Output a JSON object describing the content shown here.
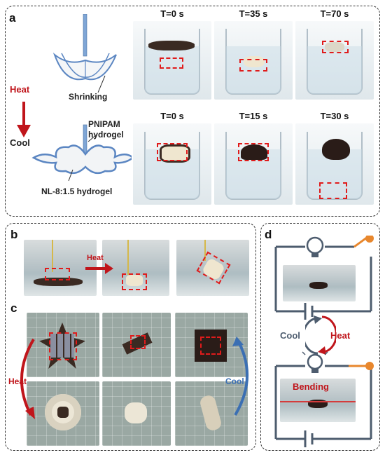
{
  "panel_a": {
    "label": "a",
    "heat": "Heat",
    "cool": "Cool",
    "shrinking": "Shrinking",
    "pnipam": "PNIPAM",
    "hydrogel": "hydrogel",
    "nl": "NL-8:1.5 hydrogel",
    "row1_times": [
      "T=0 s",
      "T=35 s",
      "T=70 s"
    ],
    "row2_times": [
      "T=0 s",
      "T=15 s",
      "T=30 s"
    ]
  },
  "panel_b": {
    "label": "b",
    "heat": "Heat"
  },
  "panel_c": {
    "label": "c",
    "heat": "Heat",
    "cool": "Cool"
  },
  "panel_d": {
    "label": "d",
    "cool": "Cool",
    "heat": "Heat",
    "bending": "Bending"
  },
  "colors": {
    "red": "#c0151b",
    "blue": "#3b6fb3",
    "wire": "#4d5c6e",
    "orange": "#e8872d"
  }
}
